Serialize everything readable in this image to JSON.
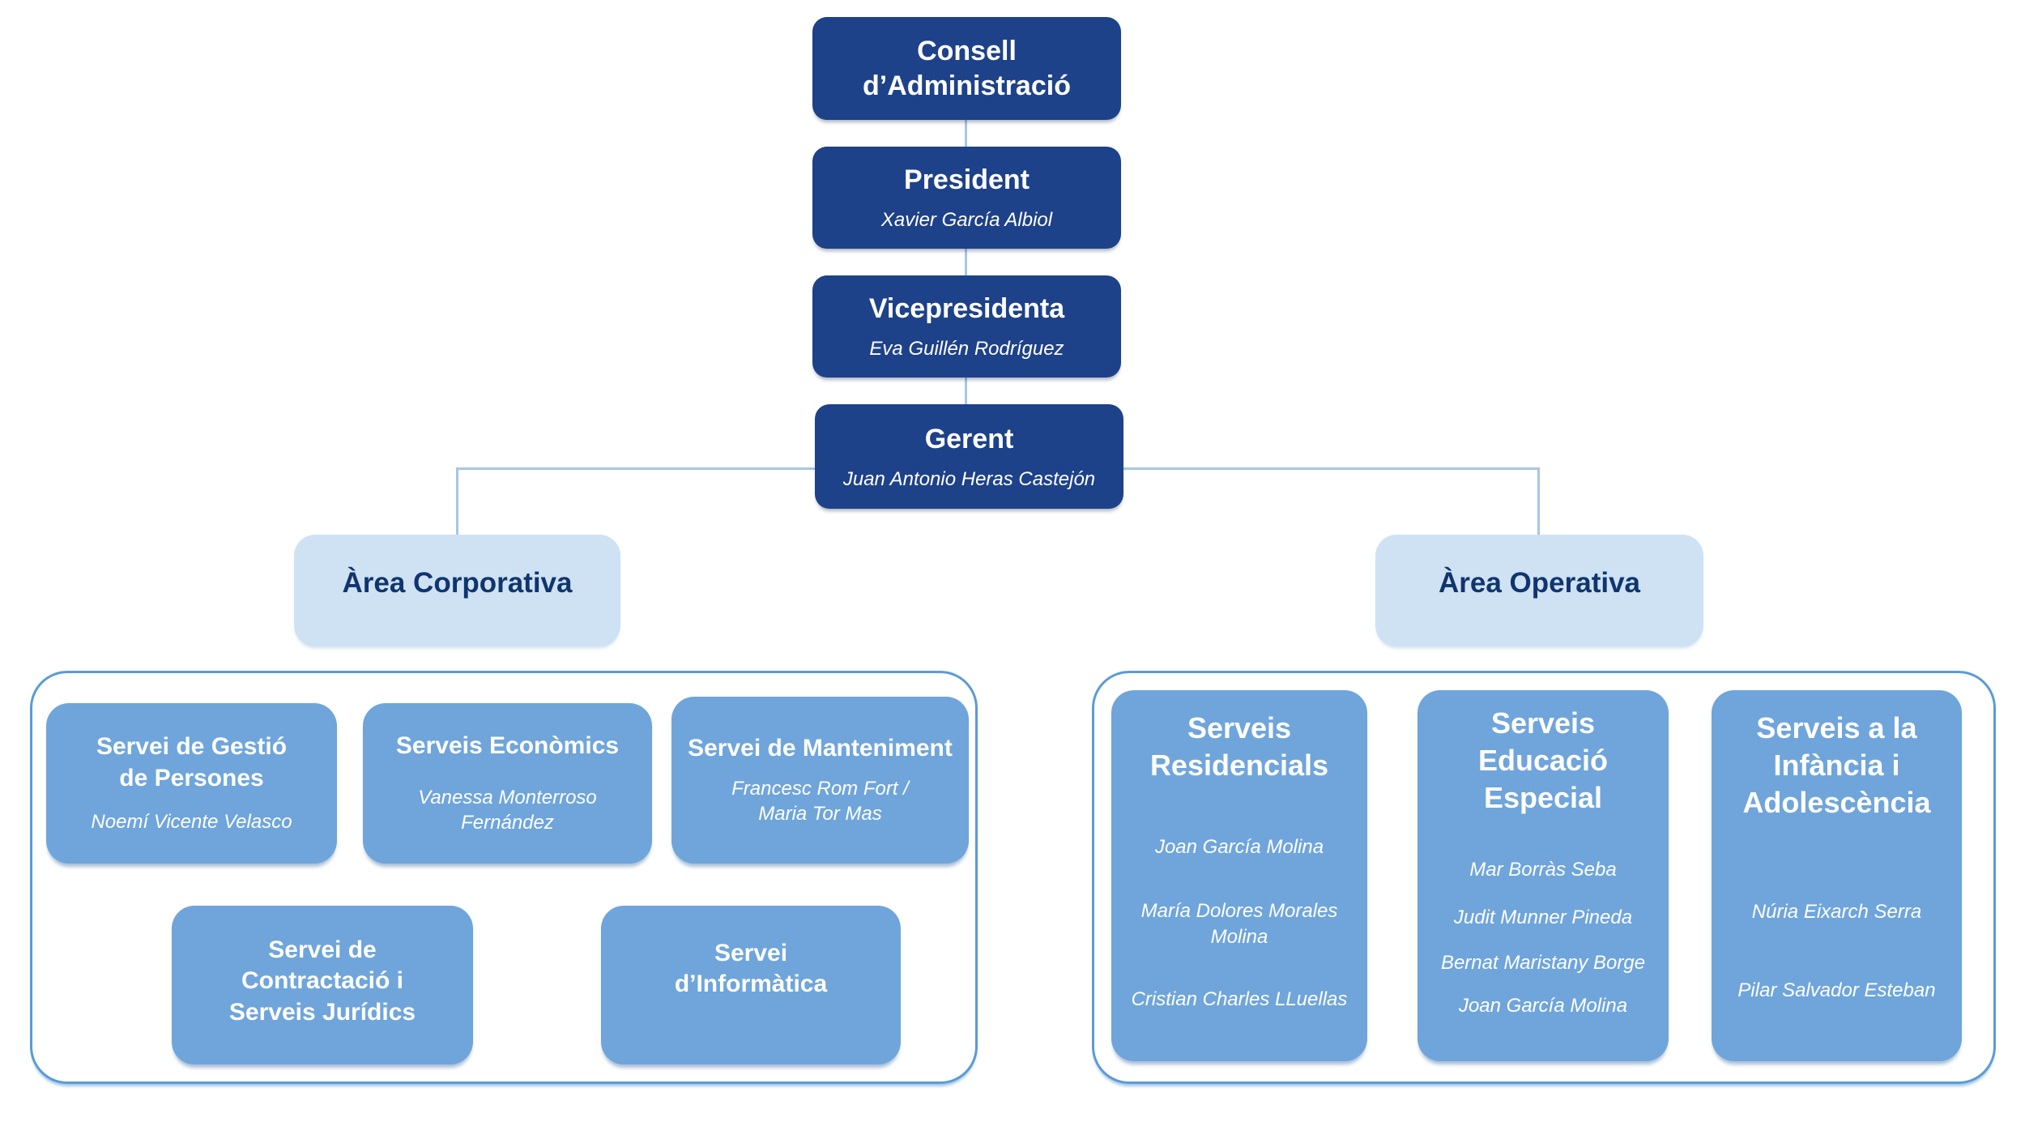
{
  "palette": {
    "navy": "#1e4289",
    "navy_text": "#10356e",
    "light_blue": "#cfe2f4",
    "mid_blue": "#6fa5db",
    "container_border": "#5b9bd5",
    "connector": "#a6c6e7",
    "white_text": "#ffffff"
  },
  "top_chain": [
    {
      "title": "Consell d’Administració",
      "name": ""
    },
    {
      "title": "President",
      "name": "Xavier García Albiol"
    },
    {
      "title": "Vicepresidenta",
      "name": "Eva Guillén Rodríguez"
    },
    {
      "title": "Gerent",
      "name": "Juan Antonio Heras Castejón"
    }
  ],
  "areas": {
    "corporativa": {
      "label": "Àrea Corporativa"
    },
    "operativa": {
      "label": "Àrea Operativa"
    }
  },
  "corporativa_services": [
    {
      "title": "Servei de Gestió de Persones",
      "name": "Noemí Vicente Velasco"
    },
    {
      "title": "Serveis Econòmics",
      "name": "Vanessa Monterroso Fernández"
    },
    {
      "title": "Servei de Manteniment",
      "name": "Francesc Rom Fort / Maria Tor Mas"
    },
    {
      "title": "Servei de Contractació i Serveis Jurídics"
    },
    {
      "title": "Servei d’Informàtica"
    }
  ],
  "operativa_services": [
    {
      "title": "Serveis Residencials",
      "names": [
        "Joan García Molina",
        "María Dolores Morales Molina",
        "Cristian Charles LLuellas"
      ]
    },
    {
      "title": "Serveis Educació Especial",
      "names": [
        "Mar Borràs Seba",
        "Judit Munner Pineda",
        "Bernat Maristany Borge",
        "Joan García Molina"
      ]
    },
    {
      "title": "Serveis a la Infància i Adolescència",
      "names": [
        "Núria Eixarch Serra",
        "Pilar Salvador Esteban"
      ]
    }
  ]
}
